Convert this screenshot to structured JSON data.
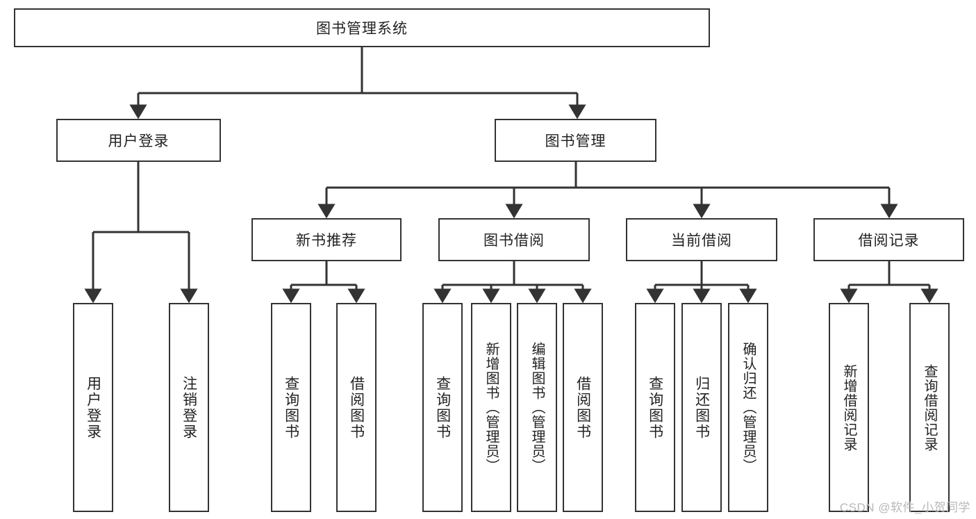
{
  "diagram": {
    "title": "图书管理系统",
    "type": "hierarchy-tree",
    "root": {
      "label": "图书管理系统"
    },
    "level2": [
      {
        "id": "user-login",
        "label": "用户登录"
      },
      {
        "id": "book-manage",
        "label": "图书管理"
      }
    ],
    "level3": [
      {
        "id": "new-book-rec",
        "label": "新书推荐"
      },
      {
        "id": "book-borrow",
        "label": "图书借阅"
      },
      {
        "id": "current-borrow",
        "label": "当前借阅"
      },
      {
        "id": "borrow-record",
        "label": "借阅记录"
      }
    ],
    "leaves": {
      "user_login": [
        {
          "id": "leaf-user-login",
          "label": "用户登录"
        },
        {
          "id": "leaf-logout",
          "label": "注销登录"
        }
      ],
      "new_book_rec": [
        {
          "id": "leaf-query-book-1",
          "label": "查询图书"
        },
        {
          "id": "leaf-borrow-book-1",
          "label": "借阅图书"
        }
      ],
      "book_borrow": [
        {
          "id": "leaf-query-book-2",
          "label": "查询图书"
        },
        {
          "id": "leaf-add-book",
          "label": "新增图书（管理员）"
        },
        {
          "id": "leaf-edit-book",
          "label": "编辑图书（管理员）"
        },
        {
          "id": "leaf-borrow-book-2",
          "label": "借阅图书"
        }
      ],
      "current_borrow": [
        {
          "id": "leaf-query-book-3",
          "label": "查询图书"
        },
        {
          "id": "leaf-return-book",
          "label": "归还图书"
        },
        {
          "id": "leaf-confirm-return",
          "label": "确认归还（管理员）"
        }
      ],
      "borrow_record": [
        {
          "id": "leaf-add-record",
          "label": "新增借阅记录"
        },
        {
          "id": "leaf-query-record",
          "label": "查询借阅记录"
        }
      ]
    }
  },
  "watermark": {
    "text": "CSDN @软件_小贺同学"
  },
  "colors": {
    "stroke": "#333333",
    "background": "#ffffff",
    "text": "#222222",
    "watermark": "#b8b8b8"
  }
}
